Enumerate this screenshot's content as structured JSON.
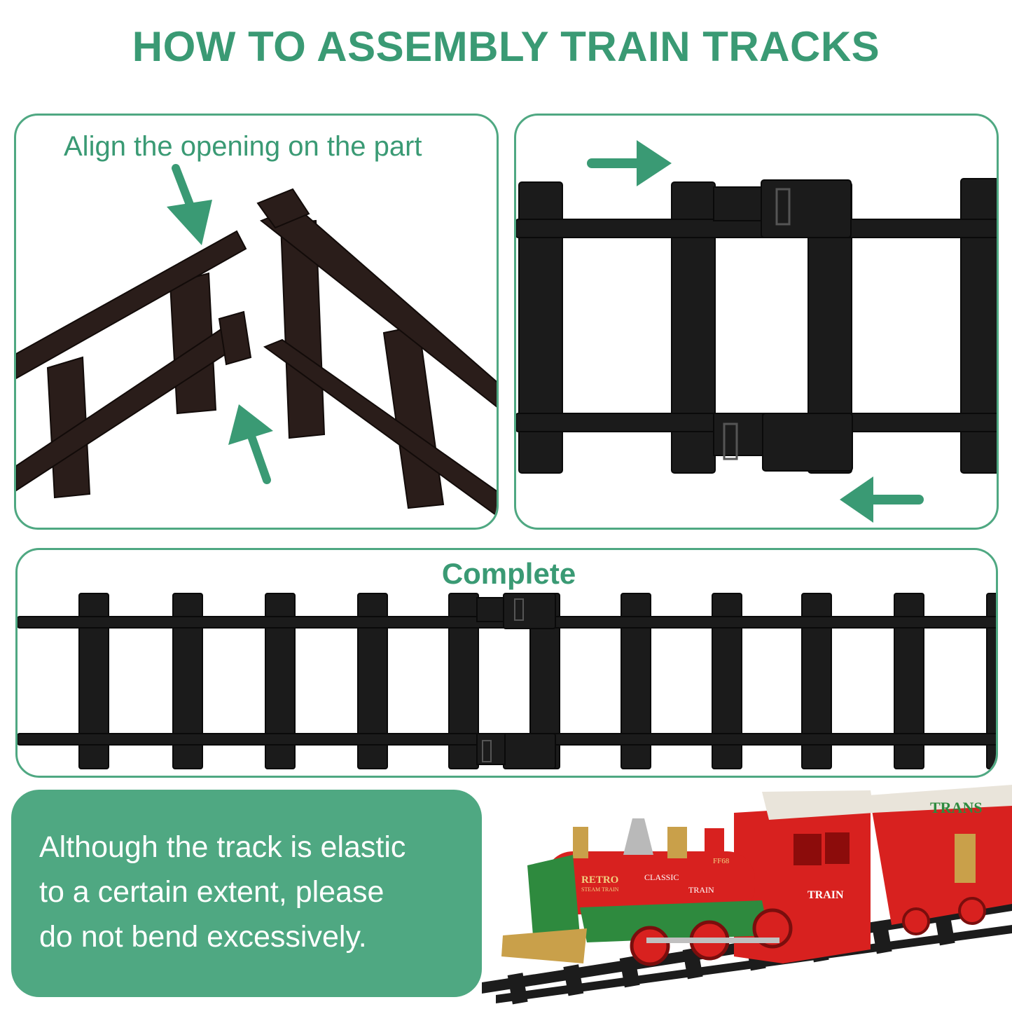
{
  "title": "HOW TO ASSEMBLY TRAIN TRACKS",
  "step_align": {
    "caption": "Align the opening on the part",
    "arrows": [
      "arrow-down-right-icon",
      "arrow-up-left-icon"
    ]
  },
  "step_connect": {
    "arrows": [
      "arrow-right-icon",
      "arrow-left-icon"
    ]
  },
  "step_complete": {
    "caption": "Complete"
  },
  "note": {
    "line1": "Although the track is elastic",
    "line2": "to a certain extent, please",
    "line3": "do not bend excessively."
  },
  "train": {
    "locomotive_logo": "RETRO",
    "locomotive_logo_sub": "STEAM TRAIN",
    "cab_label": "CLASSIC",
    "boiler_label": "TRAIN",
    "cab_number": "FF68",
    "cab_side_label": "TRAIN",
    "carriage_label": "TRANS"
  },
  "colors": {
    "accent_green": "#3a9a74",
    "panel_border": "#4fa882",
    "track_black": "#1b1b1b",
    "train_red": "#d8211f",
    "train_green": "#2e8a3e",
    "train_gold": "#c9a04a"
  }
}
